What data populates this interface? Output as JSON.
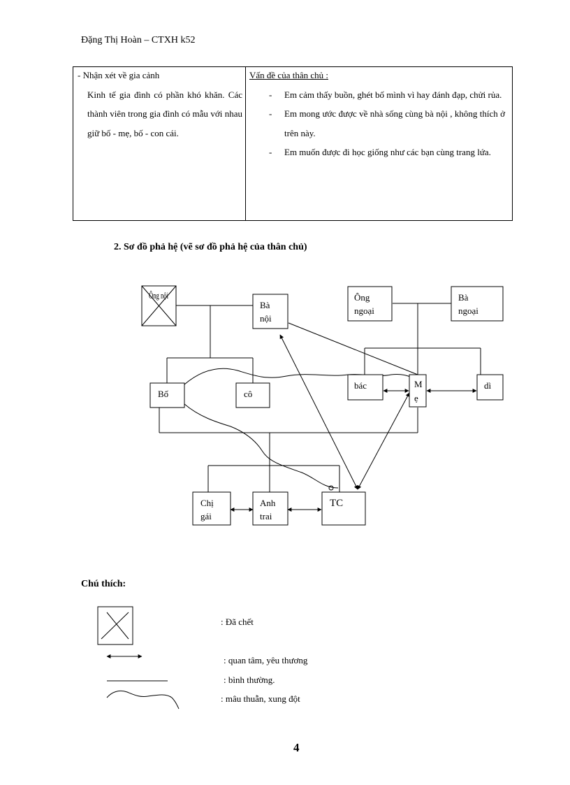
{
  "header": {
    "text": "Đặng Thị Hoàn – CTXH k52"
  },
  "table": {
    "left_title": "- Nhận xét về gia cảnh",
    "left_body": "Kinh tế gia đình có phần khó khăn. Các thành viên trong gia đình có mẫu với nhau giữ bố - mẹ, bố - con cái.",
    "right_title": "Vấn đề của thân chủ :",
    "right_items": [
      "Em cảm thấy buồn, ghét bố mình vì hay đánh đạp, chửi rủa.",
      "Em mong ước được về nhà sống cùng bà nội , không thích ở trên này.",
      "Em muốn được đi học giống như các bạn cùng trang lứa."
    ]
  },
  "section": {
    "title": "2. Sơ đồ phả hệ (vẽ sơ đồ phả hệ của thân chủ)"
  },
  "genogram": {
    "ong_noi": "Ông nội",
    "ba_noi_1": "Bà",
    "ba_noi_2": "nội",
    "ong_ngoai_1": "Ông",
    "ong_ngoai_2": "ngoại",
    "ba_ngoai_1": "Bà",
    "ba_ngoai_2": "ngoại",
    "bo": "Bố",
    "co": "cô",
    "bac": "bác",
    "me_1": "M",
    "me_2": "ẹ",
    "di": "dì",
    "chi_gai_1": "Chị",
    "chi_gai_2": "gái",
    "anh_trai_1": "Anh",
    "anh_trai_2": "trai",
    "tc": "TC"
  },
  "legend": {
    "title": "Chú thích:",
    "deceased": ": Đã chết",
    "care": ": quan tâm, yêu thương",
    "normal": ":  bình thường.",
    "conflict": ": mâu thuẫn,  xung  đột"
  },
  "page": {
    "number": "4"
  }
}
